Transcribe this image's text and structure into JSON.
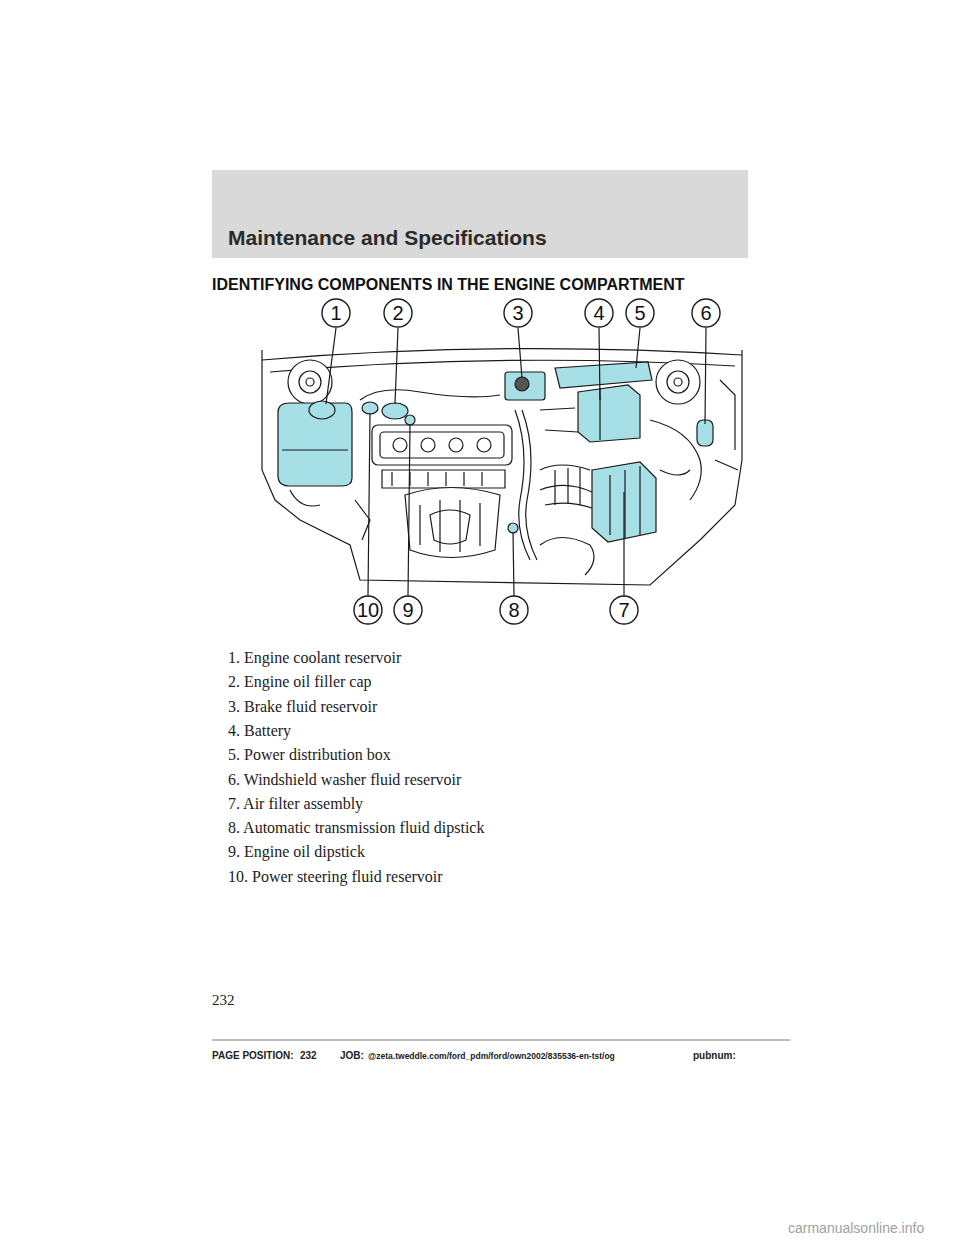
{
  "diagram": {
    "title": "IDENTIFYING COMPONENTS IN THE ENGINE COMPARTMENT",
    "nodes": [
      {
        "text": [
          "Maintenance and Specifications"
        ]
      }
    ],
    "labels": [
      "1",
      "2",
      "3",
      "4",
      "5",
      "6",
      "10",
      "9",
      "8",
      "7",
      "1. Engine coolant reservoir",
      "2. Engine oil filler cap",
      "3. Brake fluid reservoir",
      "4. Battery",
      "5. Power distribution box",
      "6. Windshield washer fluid reservoir",
      "7. Air filter assembly",
      "8. Automatic transmission fluid dipstick",
      "9. Engine oil dipstick",
      "10. Power steering fluid reservoir",
      "232",
      "PAGE POSITION:",
      "232",
      "JOB:",
      "@zeta.tweddle.com/ford_pdm/ford/own2002/835536-en-tst/og",
      "pubnum:",
      "carmanualsonline.info"
    ]
  }
}
